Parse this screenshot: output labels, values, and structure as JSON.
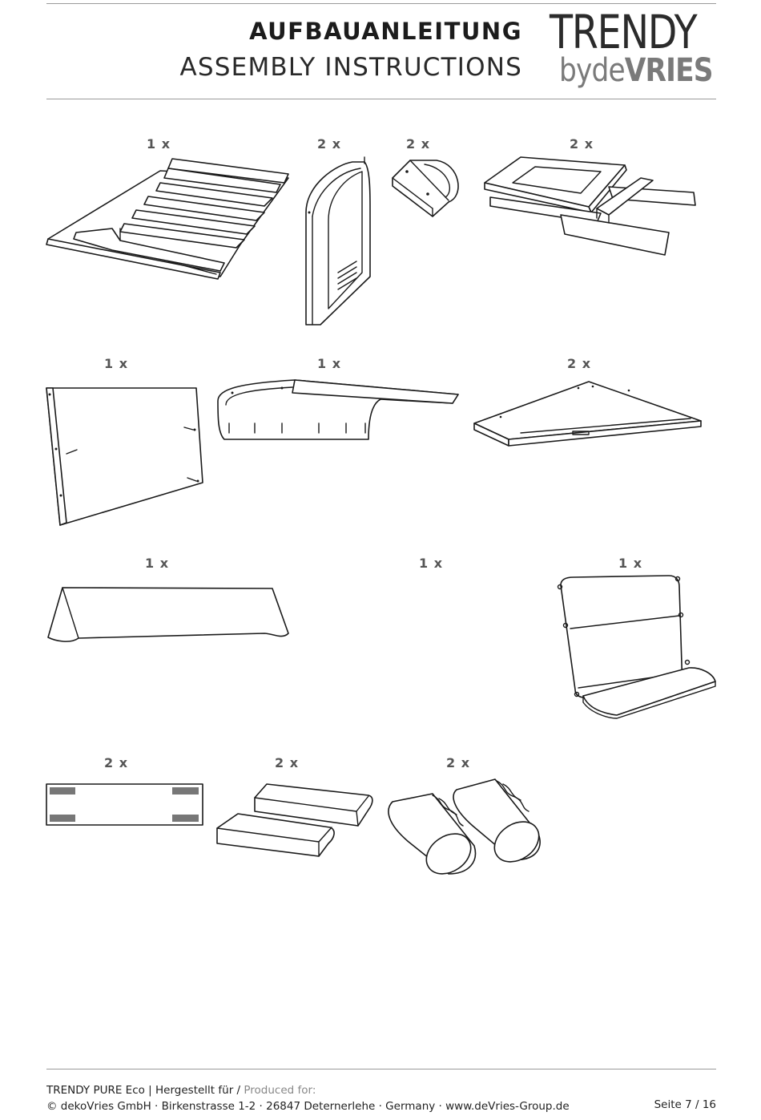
{
  "header": {
    "title_de": "AUFBAUANLEITUNG",
    "title_en": "ASSEMBLY INSTRUCTIONS",
    "logo_line1": "TRENDY",
    "logo_by": "by",
    "logo_de": "de",
    "logo_vries": "VRIES"
  },
  "parts": [
    {
      "qty": "1 x",
      "icon": "seat-frame-icon"
    },
    {
      "qty": "2 x",
      "icon": "side-panel-icon"
    },
    {
      "qty": "2 x",
      "icon": "armrest-bracket-icon"
    },
    {
      "qty": "2 x",
      "icon": "armrest-frame-icon"
    },
    {
      "qty": "1 x",
      "icon": "back-panel-icon"
    },
    {
      "qty": "1 x",
      "icon": "canopy-frame-icon"
    },
    {
      "qty": "2 x",
      "icon": "side-roof-panel-icon"
    },
    {
      "qty": "1 x",
      "icon": "canopy-cover-icon"
    },
    {
      "qty": "1 x",
      "icon": "curved-bar-icon"
    },
    {
      "qty": "1 x",
      "icon": "seat-cushion-icon"
    },
    {
      "qty": "2 x",
      "icon": "slat-board-icon"
    },
    {
      "qty": "2 x",
      "icon": "flat-cushion-icon"
    },
    {
      "qty": "2 x",
      "icon": "neck-roll-icon"
    }
  ],
  "footer": {
    "product": "TRENDY PURE Eco",
    "made_for": "Hergestellt für /",
    "produced_for": "Produced for:",
    "address": "© dekoVries GmbH · Birkenstrasse 1-2 · 26847 Detern­erlehe · Germany · www.deVries-Group.de",
    "page": "Seite 7 / 16"
  }
}
